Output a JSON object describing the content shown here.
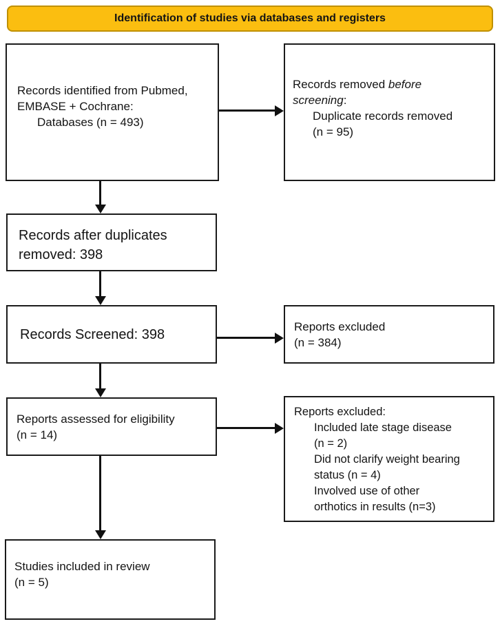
{
  "banner": {
    "title": "Identification of studies via databases and registers",
    "fill": "#FBBE10",
    "border": "#BF9000"
  },
  "boxes": {
    "identified": {
      "line1": "Records identified from Pubmed,",
      "line2": "EMBASE + Cochrane:",
      "line3": "Databases (n = 493)"
    },
    "removed": {
      "l1_normal": "Records removed ",
      "l1_italic": "before",
      "l2_italic": "screening",
      "l2_normal": ":",
      "l3": "Duplicate records removed",
      "l4": "(n = 95)"
    },
    "after_duplicates": {
      "line1": "Records after duplicates",
      "line2": "removed: 398"
    },
    "screened": {
      "line1": "Records Screened: 398"
    },
    "excluded_screening": {
      "line1": "Reports excluded",
      "line2": "(n = 384)"
    },
    "assessed": {
      "line1": "Reports assessed for eligibility",
      "line2": "(n = 14)"
    },
    "excluded_eligibility": {
      "title": "Reports excluded:",
      "lines": [
        "Included late stage disease",
        "(n = 2)",
        "Did not clarify weight bearing",
        "status (n = 4)",
        "Involved use of other",
        "orthotics in results (n=3)"
      ]
    },
    "included": {
      "line1": "Studies included in review",
      "line2": "(n = 5)"
    }
  },
  "colors": {
    "box_border": "#1a1a1a",
    "arrow": "#111111"
  }
}
